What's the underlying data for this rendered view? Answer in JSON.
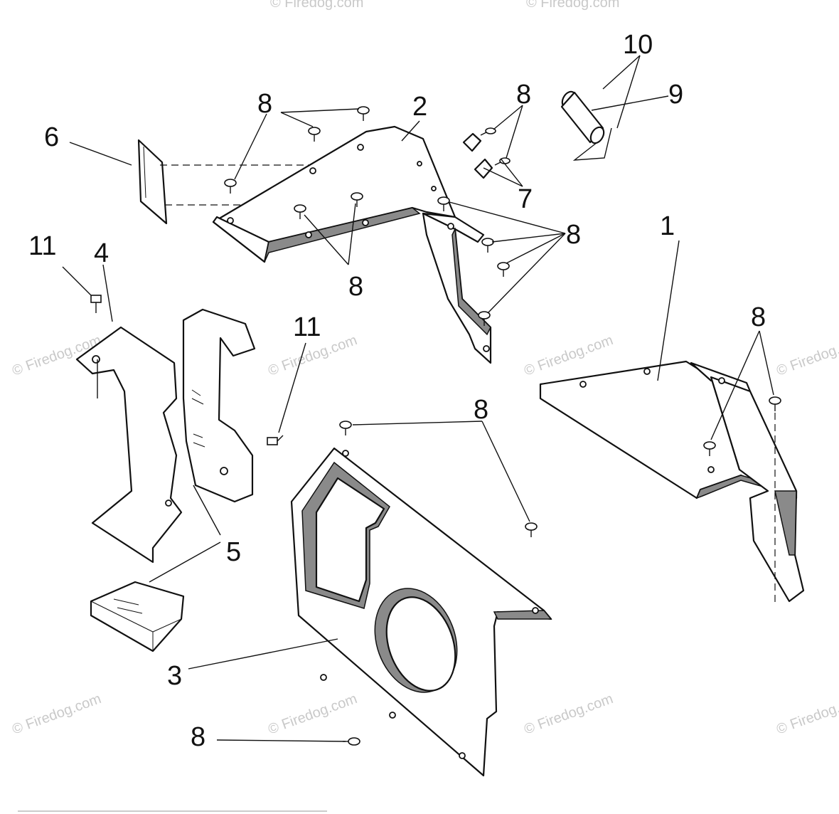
{
  "watermark": {
    "text": "© Firedog.com"
  },
  "callouts": {
    "c1": "1",
    "c2": "2",
    "c3": "3",
    "c4": "4",
    "c5": "5",
    "c6": "6",
    "c7": "7",
    "c8": "8",
    "c9": "9",
    "c10": "10",
    "c11": "11"
  }
}
